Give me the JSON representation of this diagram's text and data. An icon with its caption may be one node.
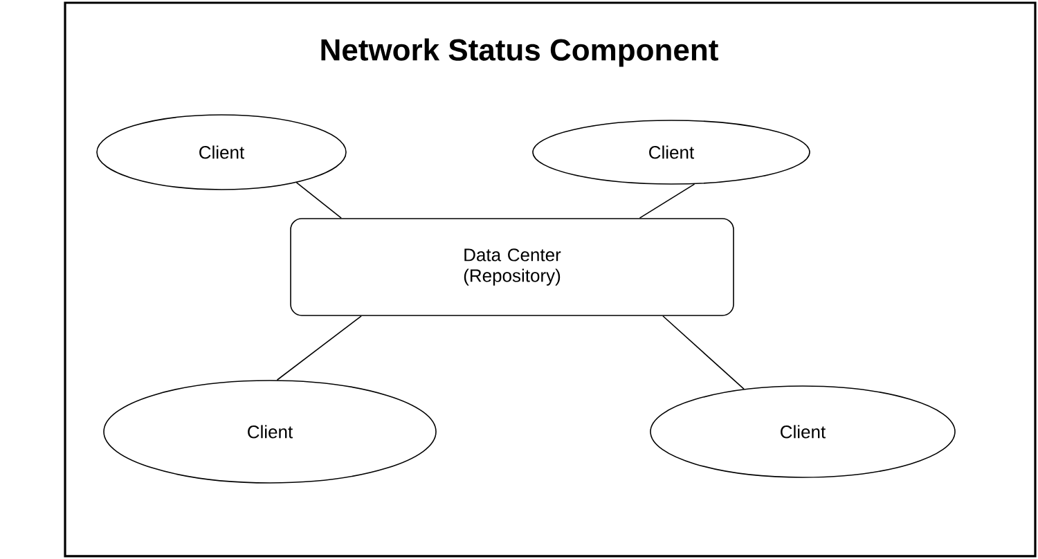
{
  "diagram": {
    "title": "Network Status Component",
    "nodes": [
      {
        "text": [
          "Client"
        ]
      },
      {
        "text": [
          "Client"
        ]
      },
      {
        "text": [
          "Data Center (Repository)"
        ]
      },
      {
        "text": [
          "Client"
        ]
      },
      {
        "text": [
          "Client"
        ]
      }
    ],
    "edges": [
      {
        "from": 0,
        "to": 2,
        "arrow": "none"
      },
      {
        "from": 1,
        "to": 2,
        "arrow": "none"
      },
      {
        "from": 3,
        "to": 2,
        "arrow": "none"
      },
      {
        "from": 4,
        "to": 2,
        "arrow": "none"
      }
    ]
  }
}
